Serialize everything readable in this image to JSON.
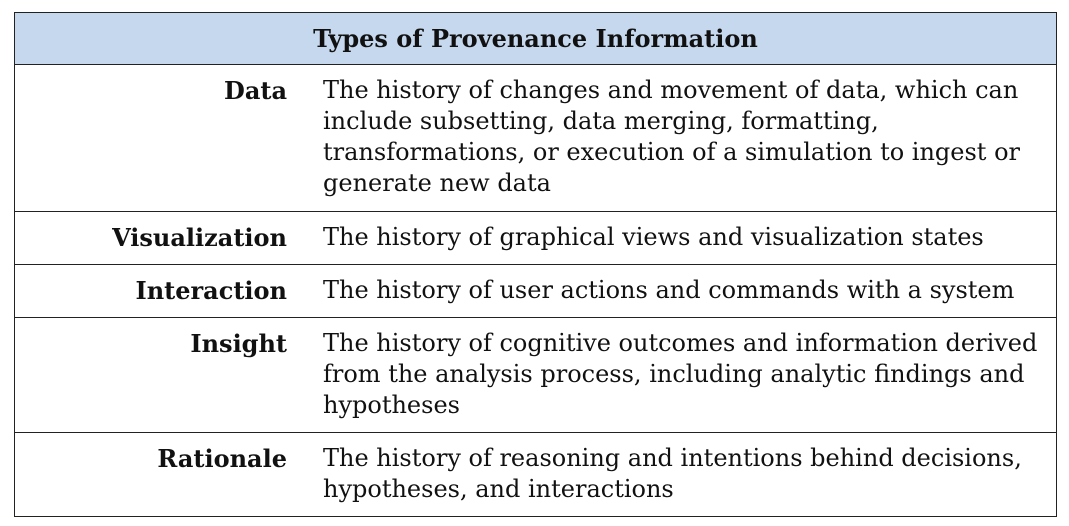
{
  "table": {
    "title": "Types of Provenance Information",
    "rows": [
      {
        "term": "Data",
        "definition": "The history of changes and movement of data, which can include subsetting, data merging, formatting, transformations, or execution of a simulation to ingest or generate new data"
      },
      {
        "term": "Visualization",
        "definition": "The history of graphical views and visualization states"
      },
      {
        "term": "Interaction",
        "definition": "The history of user actions and commands with a system"
      },
      {
        "term": "Insight",
        "definition": "The history of cognitive outcomes and information derived from the analysis process, including analytic findings and hypotheses"
      },
      {
        "term": "Rationale",
        "definition": "The history of reasoning and intentions behind decisions, hypotheses, and interactions"
      }
    ],
    "colors": {
      "header_background": "#c6d8ee",
      "border": "#222222"
    }
  }
}
